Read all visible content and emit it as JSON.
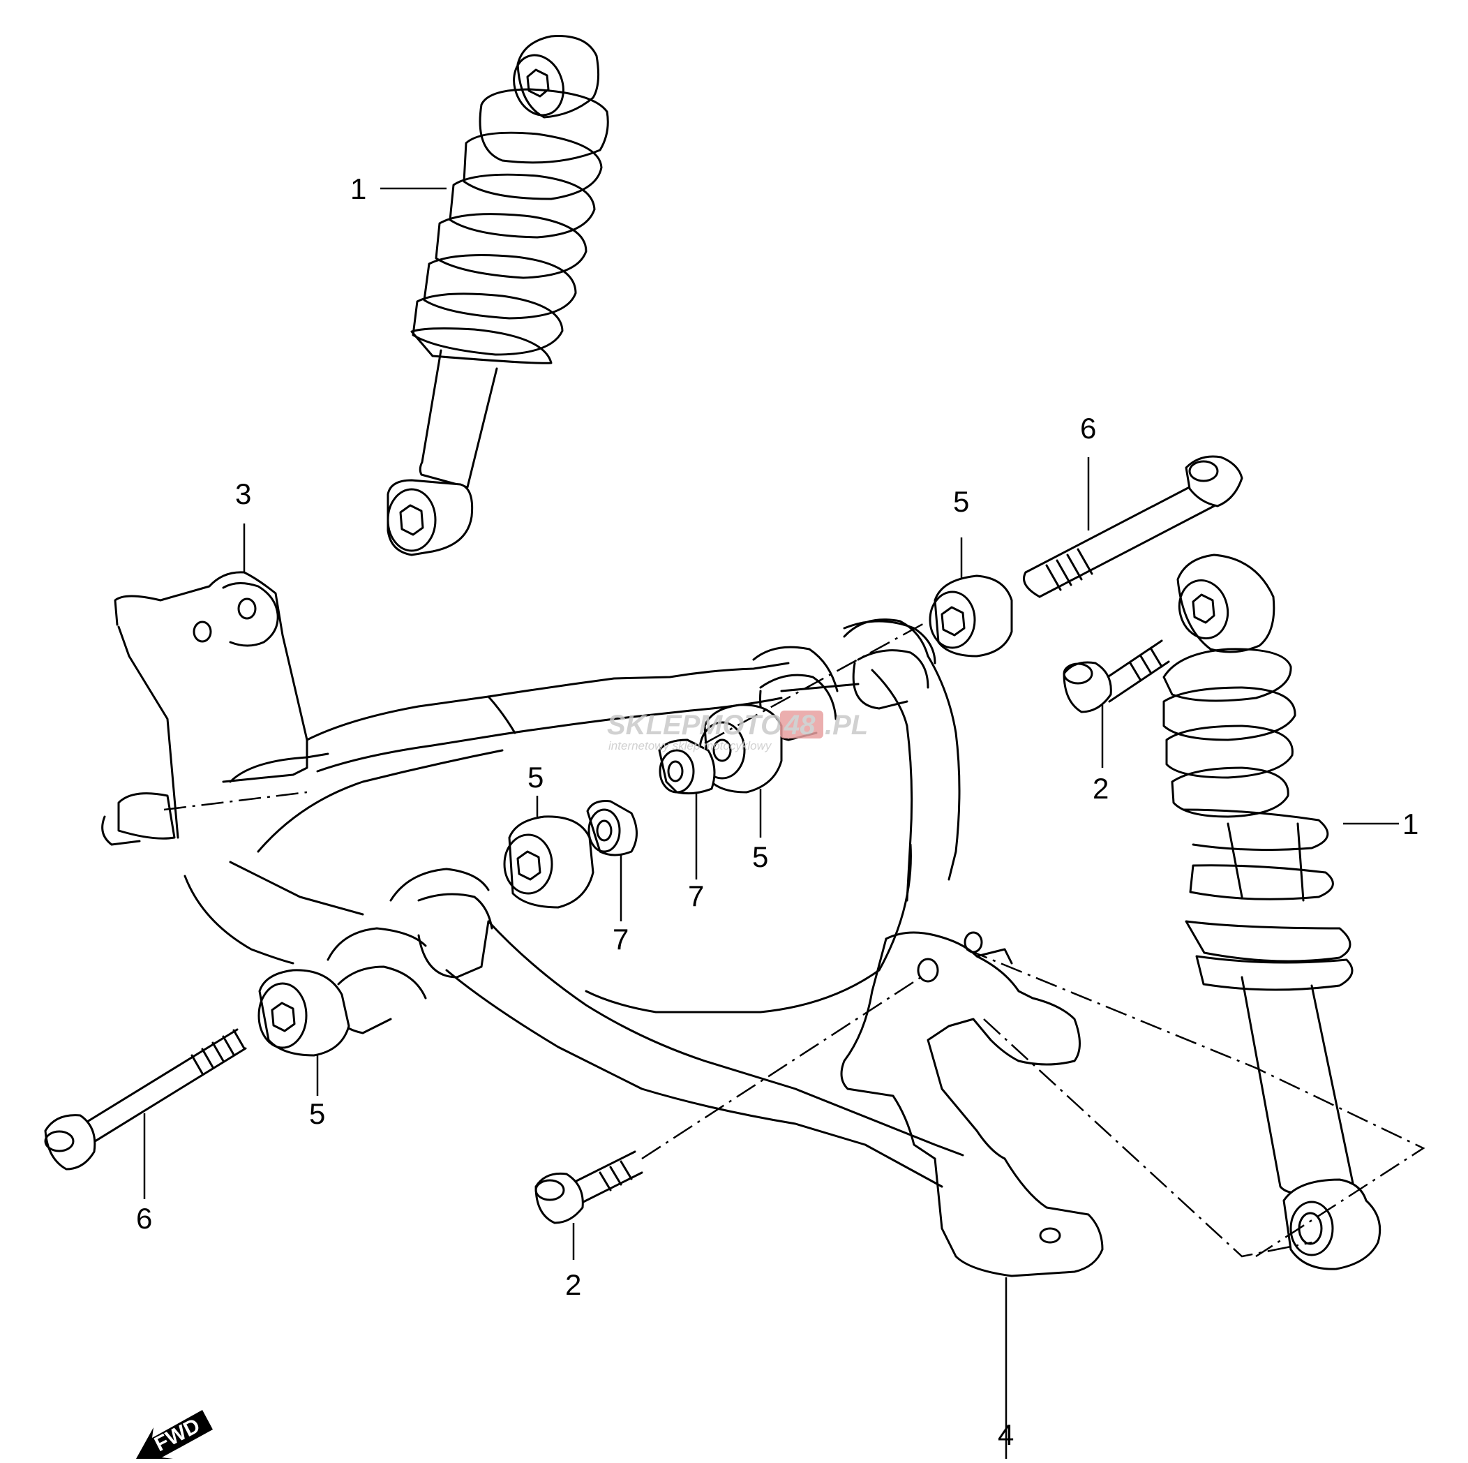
{
  "callouts": {
    "shock_upper": "1",
    "shock_right": "1",
    "bolt_right_top": "2",
    "bolt_bottom": "2",
    "bracket_left": "3",
    "bracket_lower": "4",
    "bushing_top_right": "5",
    "bushing_center": "5",
    "bushing_center_right": "5",
    "bushing_lower_left": "5",
    "bolt_long_right": "6",
    "bolt_long_left": "6",
    "washer_center": "7",
    "washer_center_right": "7"
  },
  "watermark": {
    "brand_a": "SKLEP",
    "brand_b": "MOTO",
    "brand_c": "48",
    "brand_d": ".PL",
    "tagline": "internetowy sklep motocyklowy"
  },
  "fwd_badge": {
    "label": "FWD",
    "icon": "arrow-left-down-icon"
  }
}
